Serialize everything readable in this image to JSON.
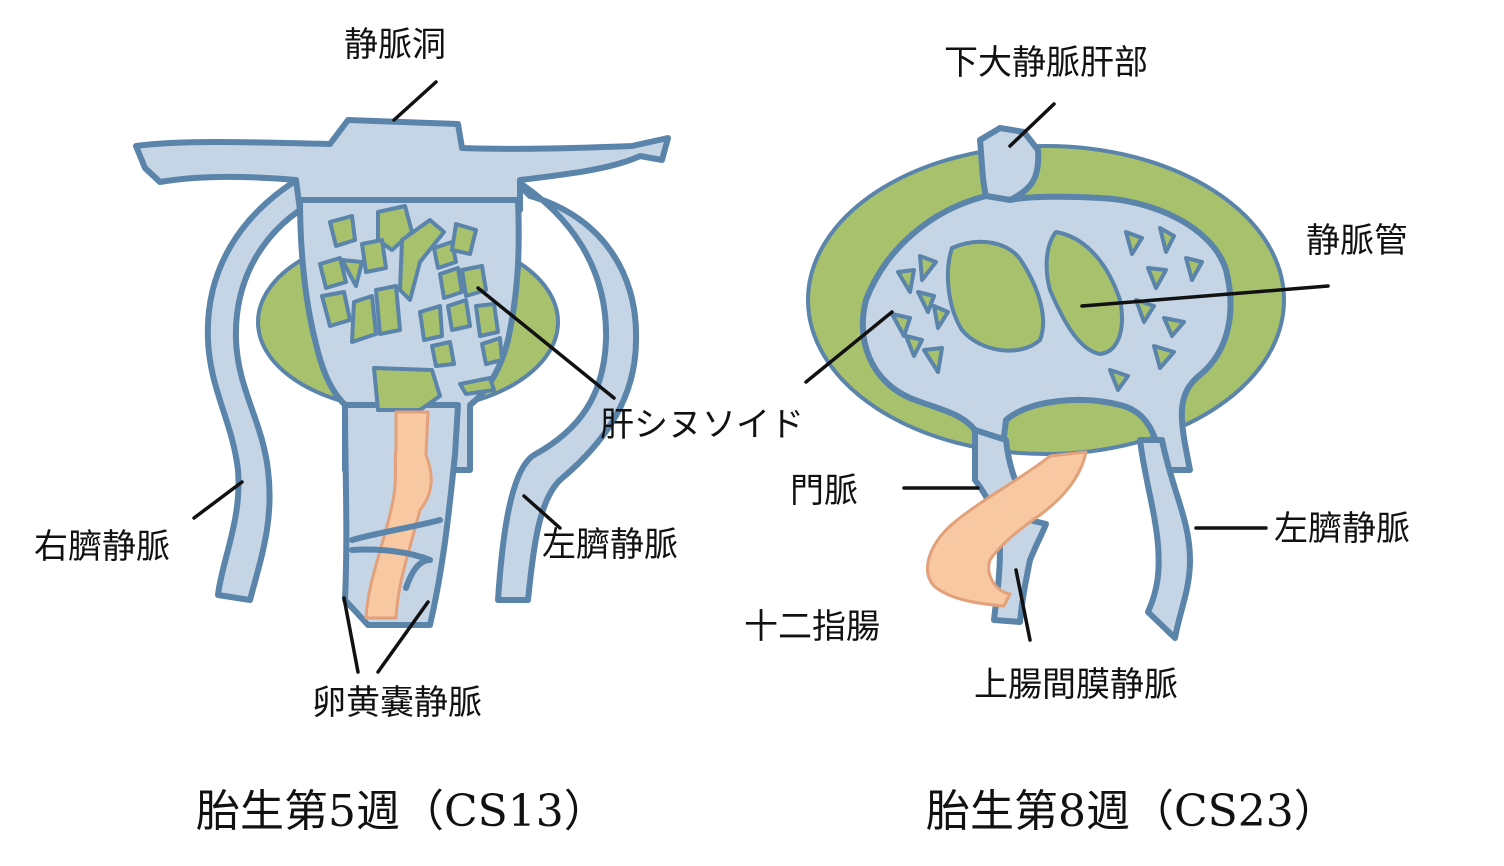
{
  "left_panel": {
    "caption": "胎生第5週（CS13）",
    "labels": {
      "sinus_venosus": "静脈洞",
      "right_umbilical_vein": "右臍静脈",
      "left_umbilical_vein": "左臍静脈",
      "vitelline_veins": "卵黄嚢静脈"
    }
  },
  "center_label": {
    "hepatic_sinusoid": "肝シヌソイド"
  },
  "right_panel": {
    "caption": "胎生第8週（CS23）",
    "labels": {
      "ivc_hepatic_segment": "下大静脈肝部",
      "ductus_venosus": "静脈管",
      "portal_vein": "門脈",
      "left_umbilical_vein": "左臍静脈",
      "duodenum": "十二指腸",
      "superior_mesenteric_vein": "上腸間膜静脈"
    }
  },
  "colors": {
    "vein_fill": "#c5d5e6",
    "vein_stroke": "#5b84aa",
    "liver_fill": "#a7c16c",
    "gut_fill": "#f7c8a1"
  }
}
